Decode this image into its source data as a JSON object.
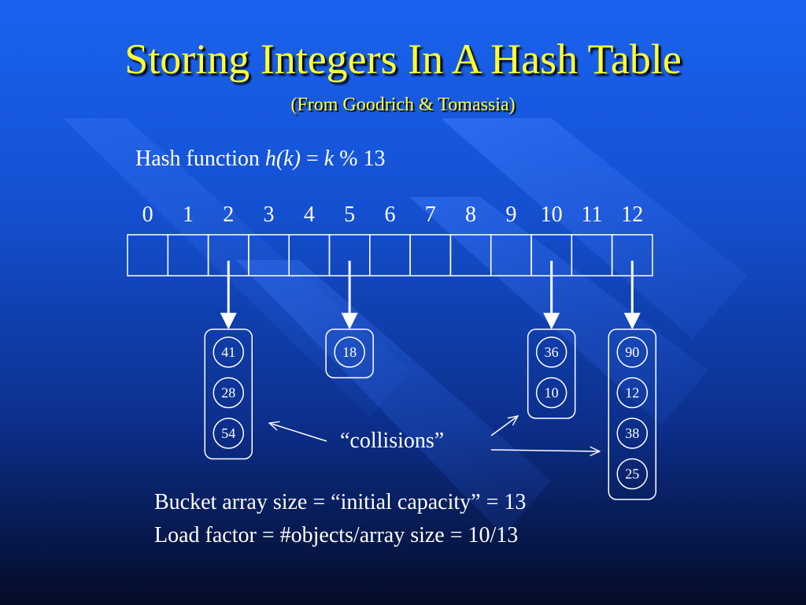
{
  "title": "Storing Integers In A Hash Table",
  "subtitle": "(From Goodrich & Tomassia)",
  "hash_function": {
    "prefix": "Hash function ",
    "lhs": "h(k)",
    "equals": " = ",
    "var": "k",
    "op": " % ",
    "modulus": "13"
  },
  "indices": [
    "0",
    "1",
    "2",
    "3",
    "4",
    "5",
    "6",
    "7",
    "8",
    "9",
    "10",
    "11",
    "12"
  ],
  "buckets": [
    {
      "index": 2,
      "values": [
        "41",
        "28",
        "54"
      ]
    },
    {
      "index": 5,
      "values": [
        "18"
      ]
    },
    {
      "index": 10,
      "values": [
        "36",
        "10"
      ]
    },
    {
      "index": 12,
      "values": [
        "90",
        "12",
        "38",
        "25"
      ]
    }
  ],
  "collisions_label": "“collisions”",
  "bucket_array_size": "Bucket array size = “initial capacity” = 13",
  "load_factor": "Load factor = #objects/array size = 10/13",
  "colors": {
    "title": "#ffff33",
    "line": "#ffffff"
  }
}
